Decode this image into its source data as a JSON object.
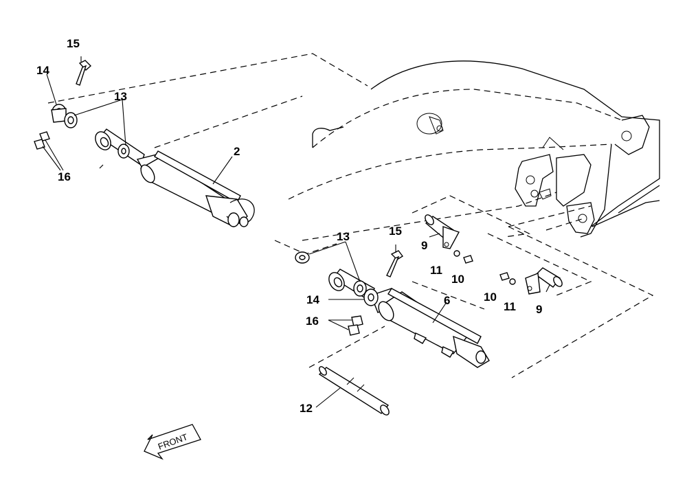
{
  "callouts": {
    "c2": "2",
    "c6": "6",
    "c9a": "9",
    "c9b": "9",
    "c10a": "10",
    "c10b": "10",
    "c11a": "11",
    "c11b": "11",
    "c12": "12",
    "c13a": "13",
    "c13b": "13",
    "c14a": "14",
    "c14b": "14",
    "c15a": "15",
    "c15b": "15",
    "c16a": "16",
    "c16b": "16"
  },
  "front_arrow": {
    "label": "FRONT"
  }
}
